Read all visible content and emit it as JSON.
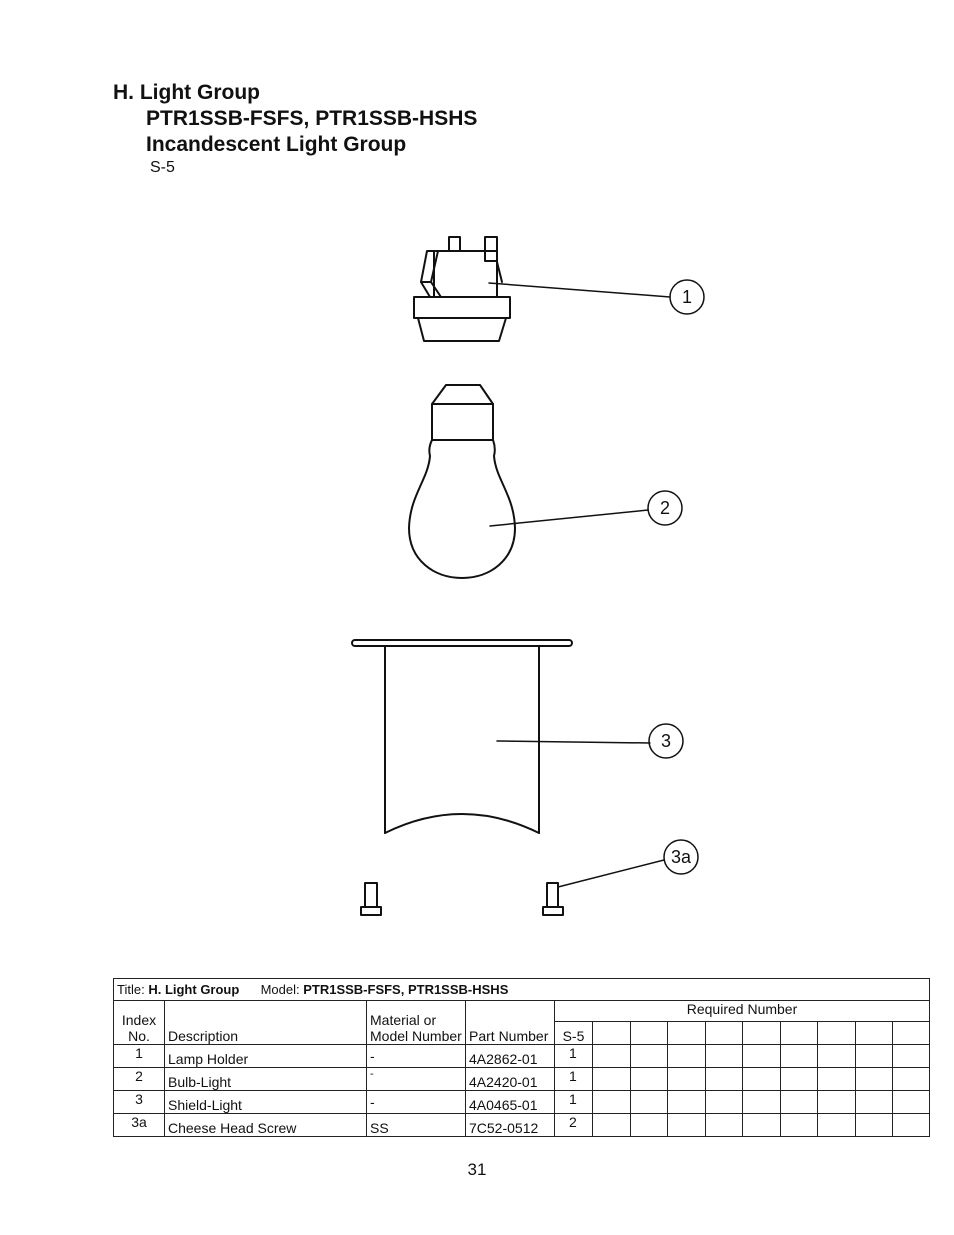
{
  "heading": {
    "section": "H. Light Group",
    "models": "PTR1SSB-FSFS, PTR1SSB-HSHS",
    "group": "Incandescent Light Group",
    "code": "S-5"
  },
  "callouts": [
    "1",
    "2",
    "3",
    "3a"
  ],
  "table": {
    "title_label": "Title:",
    "title_value": "H. Light Group",
    "model_label": "Model:",
    "model_value": "PTR1SSB-FSFS, PTR1SSB-HSHS",
    "headers": {
      "index": [
        "Index",
        "No."
      ],
      "description": "Description",
      "material": [
        "Material or",
        "Model Number"
      ],
      "part_number": "Part Number",
      "required_number": "Required Number",
      "s5": "S-5"
    },
    "rows": [
      {
        "index": "1",
        "description": "Lamp Holder",
        "material": "-",
        "part_number": "4A2862-01",
        "qty": "1"
      },
      {
        "index": "2",
        "description": "Bulb-Light",
        "material": "-",
        "part_number": "4A2420-01",
        "qty": "1"
      },
      {
        "index": "3",
        "description": "Shield-Light",
        "material": "-",
        "part_number": "4A0465-01",
        "qty": "1"
      },
      {
        "index": "3a",
        "description": "Cheese Head Screw",
        "material": "SS",
        "part_number": "7C52-0512",
        "qty": "2"
      }
    ]
  },
  "page_number": "31"
}
